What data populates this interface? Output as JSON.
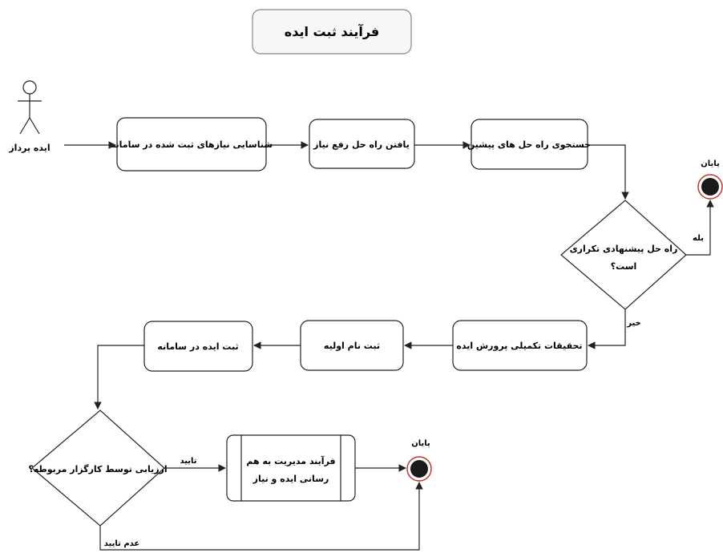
{
  "title": "فرآیند ثبت ایده",
  "actor": {
    "label": "ایده پرداز"
  },
  "nodes": {
    "identify_needs": "شناسایی نیازهای ثبت شده در سامانه",
    "find_solution": "یافتن راه حل رفع نیاز",
    "search_previous": "جستجوی راه حل های پیشین",
    "is_duplicate_line1": "راه حل پیشنهادی تکراری",
    "is_duplicate_line2": "است؟",
    "complementary_research": "تحقیقات تکمیلی پرورش ایده",
    "initial_registration": "ثبت نام اولیه",
    "register_idea": "ثبت ایده در سامانه",
    "evaluation": "ارزیابی توسط کارگزار مربوطه؟",
    "matching_process_line1": "فرآیند مدیریت به هم",
    "matching_process_line2": "رسانی ایده و نیاز"
  },
  "end_labels": {
    "end_top": "پایان",
    "end_bottom": "پایان"
  },
  "edge_labels": {
    "yes": "بله",
    "no": "خیر",
    "approve": "تایید",
    "reject": "عدم تایید"
  },
  "colors": {
    "stroke": "#222222",
    "end_fill": "#1a1a1a",
    "end_ring": "#c0392b"
  }
}
